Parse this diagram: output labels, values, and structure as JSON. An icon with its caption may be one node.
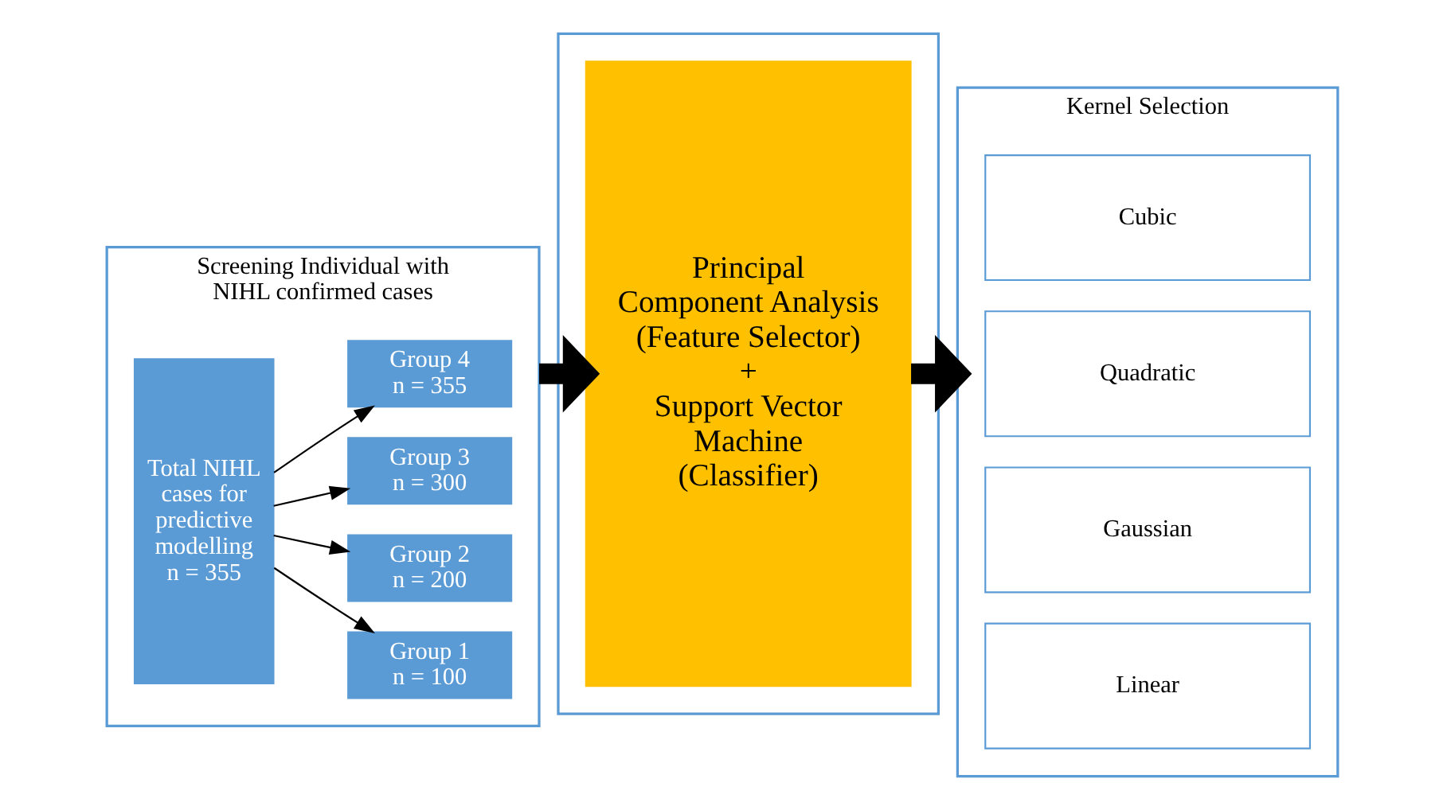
{
  "diagram": {
    "nodes": [
      {
        "text": [
          "Screening Individual with NIHL confirmed cases"
        ]
      },
      {
        "text": [
          "Total NIHL cases for predictive modelling n = 355"
        ],
        "in": 0
      },
      {
        "text": [
          "Group 1 n = 100"
        ],
        "in": 0
      },
      {
        "text": [
          "Group 2 n = 200"
        ],
        "in": 0
      },
      {
        "text": [
          "Group 3 n = 300"
        ],
        "in": 0
      },
      {
        "text": [
          "Group 4 n = 355"
        ],
        "in": 0
      },
      {
        "text": [],
        "shape": "box"
      },
      {
        "text": [
          "Principal Component Analysis (Feature Selector)",
          "+",
          "Support Vector Machine (Classifier)"
        ],
        "in": 6
      },
      {
        "text": [
          "Kernel Selection"
        ]
      },
      {
        "text": [
          "Linear"
        ],
        "in": 8
      },
      {
        "text": [
          "Gaussian"
        ],
        "in": 8
      },
      {
        "text": [
          "Quadratic"
        ],
        "in": 8
      },
      {
        "text": [
          "Cubic"
        ],
        "in": 8
      }
    ],
    "edges": [
      {
        "from": 1,
        "to": 2,
        "arrow": "to"
      },
      {
        "from": 1,
        "to": 3,
        "arrow": "to"
      },
      {
        "from": 1,
        "to": 4,
        "arrow": "to"
      },
      {
        "from": 1,
        "to": 5,
        "arrow": "to"
      },
      {
        "from": 0,
        "to": 7,
        "arrow": "to",
        "style": "thick"
      },
      {
        "from": 7,
        "to": 8,
        "arrow": "to",
        "style": "thick"
      }
    ]
  }
}
